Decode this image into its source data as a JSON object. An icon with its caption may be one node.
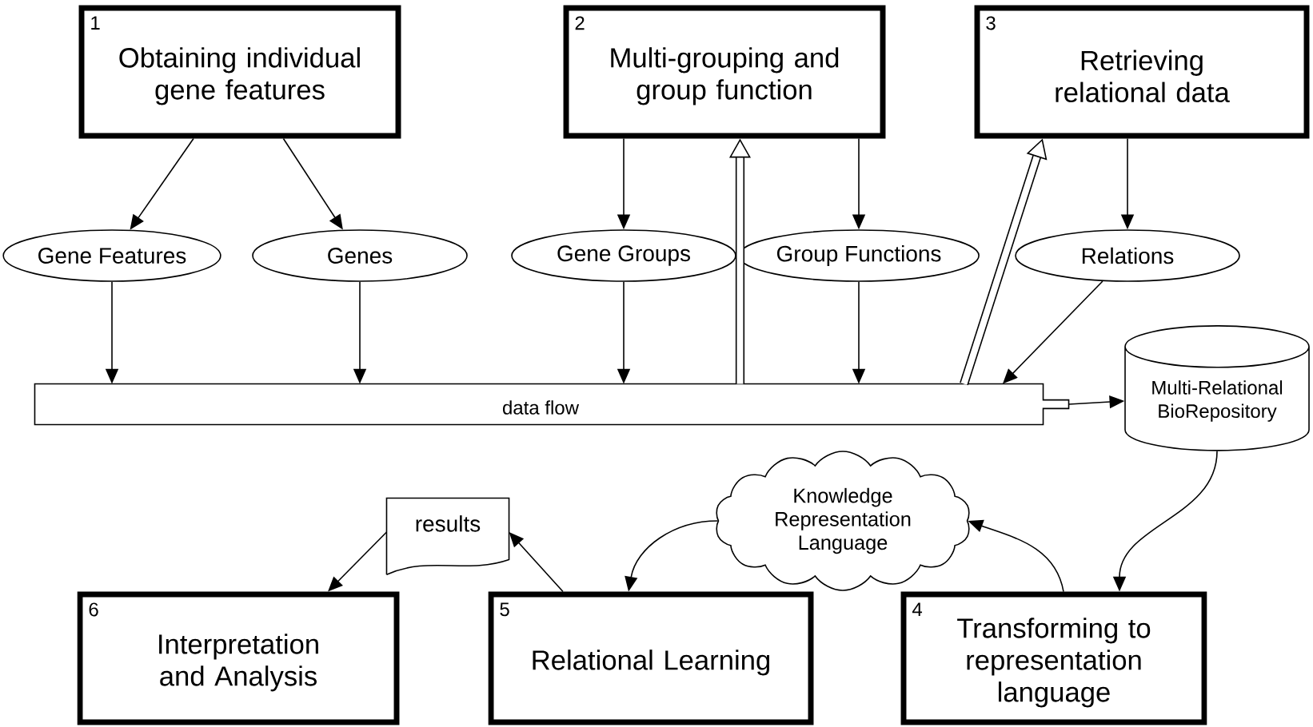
{
  "diagram": {
    "nodes": [
      {
        "text": [
          "1",
          "Obtaining individual gene features"
        ]
      },
      {
        "text": [
          "2",
          "Multi-grouping and group function"
        ]
      },
      {
        "text": [
          "3",
          "Retrieving relational data"
        ]
      },
      {
        "text": [
          "Gene Features"
        ]
      },
      {
        "text": [
          "Genes"
        ]
      },
      {
        "text": [
          "Gene Groups"
        ]
      },
      {
        "text": [
          "Group Functions"
        ]
      },
      {
        "text": [
          "Relations"
        ]
      },
      {
        "text": [
          "data flow"
        ]
      },
      {
        "text": [
          "Multi-Relational BioRepository"
        ]
      },
      {
        "text": [
          "Knowledge Representation Language"
        ]
      },
      {
        "text": [
          "results"
        ]
      },
      {
        "text": [
          "6",
          "Interpretation and Analysis"
        ]
      },
      {
        "text": [
          "5",
          "Relational Learning"
        ]
      },
      {
        "text": [
          "4",
          "Transforming to representation language"
        ]
      }
    ],
    "edges": [
      {
        "from": 0,
        "to": 3,
        "arrow": "to"
      },
      {
        "from": 0,
        "to": 4,
        "arrow": "to"
      },
      {
        "from": 1,
        "to": 5,
        "arrow": "to"
      },
      {
        "from": 1,
        "to": 6,
        "arrow": "to"
      },
      {
        "from": 2,
        "to": 7,
        "arrow": "to"
      },
      {
        "from": 3,
        "to": 8,
        "arrow": "to"
      },
      {
        "from": 4,
        "to": 8,
        "arrow": "to"
      },
      {
        "from": 5,
        "to": 8,
        "arrow": "to"
      },
      {
        "from": 6,
        "to": 8,
        "arrow": "to"
      },
      {
        "from": 7,
        "to": 8,
        "arrow": "to"
      },
      {
        "from": 8,
        "to": 1,
        "arrow": "to",
        "style": "thick"
      },
      {
        "from": 8,
        "to": 2,
        "arrow": "to",
        "style": "thick"
      },
      {
        "from": 8,
        "to": 9,
        "arrow": "to"
      },
      {
        "from": 9,
        "to": 14,
        "arrow": "to"
      },
      {
        "from": 14,
        "to": 10,
        "arrow": "to"
      },
      {
        "from": 10,
        "to": 13,
        "arrow": "to"
      },
      {
        "from": 13,
        "to": 11,
        "arrow": "to"
      },
      {
        "from": 11,
        "to": 12,
        "arrow": "to"
      }
    ]
  }
}
